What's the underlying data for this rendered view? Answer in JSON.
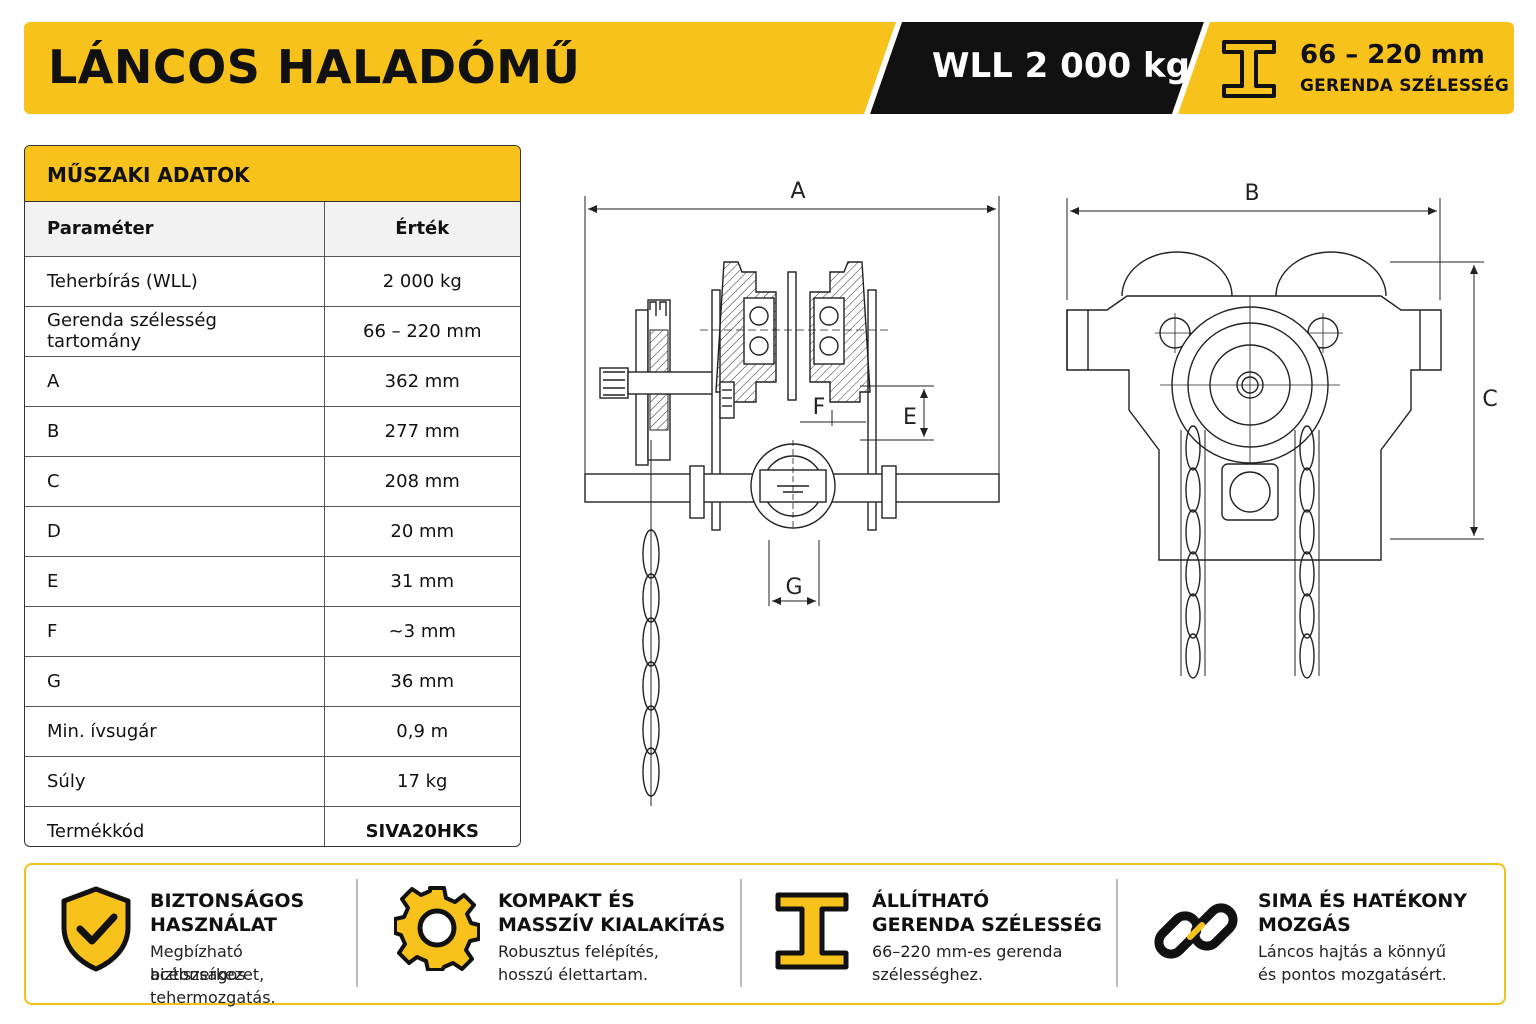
{
  "header": {
    "title": "LÁNCOS HALADÓMŰ",
    "wll": "WLL 2 000 kg",
    "range": "66 – 220 mm",
    "range_label": "GERENDA SZÉLESSÉG"
  },
  "spec": {
    "title": "MŰSZAKI ADATOK",
    "col_param": "Paraméter",
    "col_value": "Érték",
    "rows": [
      {
        "label": "Teherbírás (WLL)",
        "value": "2 000 kg"
      },
      {
        "label": "Gerenda szélesség tartomány",
        "value": "66 – 220 mm"
      },
      {
        "label": "A",
        "value": "362 mm"
      },
      {
        "label": "B",
        "value": "277 mm"
      },
      {
        "label": "C",
        "value": "208 mm"
      },
      {
        "label": "D",
        "value": "20 mm"
      },
      {
        "label": "E",
        "value": "31 mm"
      },
      {
        "label": "F",
        "value": "~3 mm"
      },
      {
        "label": "G",
        "value": "36 mm"
      },
      {
        "label": "Min. ívsugár",
        "value": "0,9 m"
      },
      {
        "label": "Súly",
        "value": "17 kg"
      },
      {
        "label": "Termékkód",
        "value": "SIVA20HKS"
      }
    ]
  },
  "drawing": {
    "labels": {
      "a": "A",
      "b": "B",
      "c": "C",
      "e": "E",
      "f": "F",
      "g": "G"
    }
  },
  "features": [
    {
      "title1": "BIZTONSÁGOS",
      "title2": "HASZNÁLAT",
      "text1": "Megbízható acélszerkezet,",
      "text2": "biztonságos tehermozgatás.",
      "icon": "shield-check-icon"
    },
    {
      "title1": "KOMPAKT ÉS",
      "title2": "MASSZÍV KIALAKÍTÁS",
      "text1": "Robusztus felépítés,",
      "text2": "hosszú élettartam.",
      "icon": "gear-icon"
    },
    {
      "title1": "ÁLLÍTHATÓ",
      "title2": "GERENDA SZÉLESSÉG",
      "text1": "66–220 mm-es gerenda",
      "text2": "szélességhez.",
      "icon": "i-beam-icon"
    },
    {
      "title1": "SIMA ÉS HATÉKONY",
      "title2": "MOZGÁS",
      "text1": "Láncos hajtás a könnyű",
      "text2": "és pontos mozgatásért.",
      "icon": "chain-link-icon"
    }
  ],
  "colors": {
    "accent": "#f6c21b",
    "dark": "#111111"
  }
}
